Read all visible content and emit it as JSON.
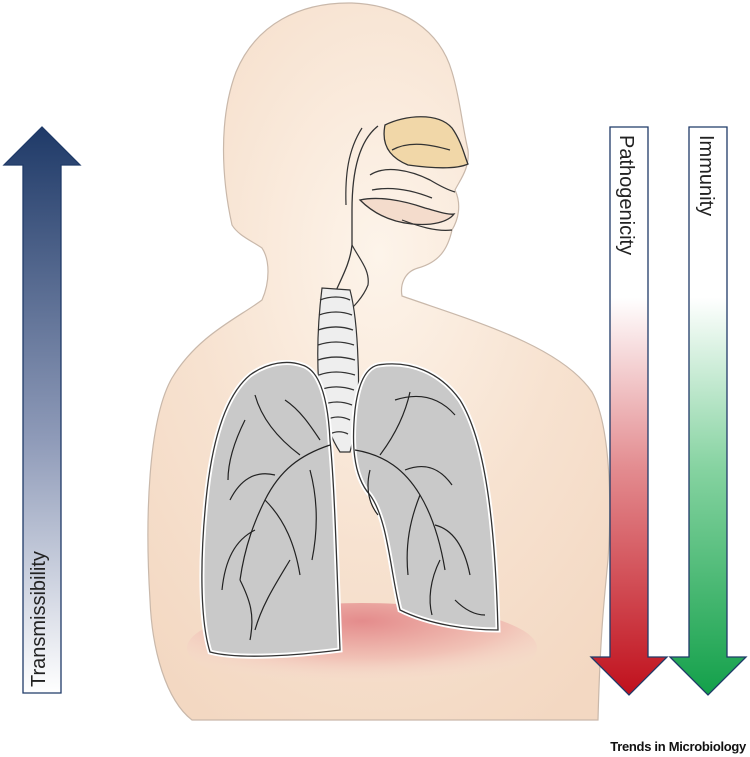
{
  "arrows": {
    "transmissibility": {
      "label": "Transmissibility",
      "direction": "up",
      "color": "#1f3a68"
    },
    "pathogenicity": {
      "label": "Pathogenicity",
      "direction": "down",
      "color": "#c0101c"
    },
    "immunity": {
      "label": "Immunity",
      "direction": "down",
      "color": "#13a04a"
    }
  },
  "footer": {
    "journal": "Trends in Microbiology"
  },
  "colors": {
    "skin": "#f6e0cf",
    "lung_fill": "#c9c9c9",
    "nose": "#f1d7a8",
    "diaphragm": "#e8a0a0"
  }
}
